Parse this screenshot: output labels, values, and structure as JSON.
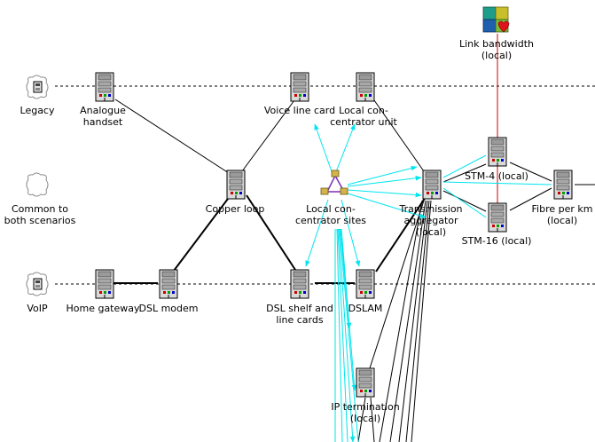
{
  "scenarios": {
    "legacy": "Legacy",
    "common_line1": "Common to",
    "common_line2": "both scenarios",
    "voip": "VoIP"
  },
  "nodes": {
    "analogue_handset_l1": "Analogue",
    "analogue_handset_l2": "handset",
    "voice_line_card": "Voice line card",
    "local_concentrator_unit_l1": "Local con-",
    "local_concentrator_unit_l2": "centrator unit",
    "copper_loop": "Copper loop",
    "local_concentrator_sites_l1": "Local con-",
    "local_concentrator_sites_l2": "centrator sites",
    "transmission_aggregator_l1": "Transmission",
    "transmission_aggregator_l2": "aggregator",
    "transmission_aggregator_l3": "(local)",
    "stm4": "STM-4 (local)",
    "stm16": "STM-16 (local)",
    "fibre_l1": "Fibre per km",
    "fibre_l2": "(local)",
    "link_bandwidth_l1": "Link bandwidth",
    "link_bandwidth_l2": "(local)",
    "home_gateway": "Home gateway",
    "dsl_modem": "DSL modem",
    "dsl_shelf_l1": "DSL shelf and",
    "dsl_shelf_l2": "line cards",
    "dslam": "DSLAM",
    "ip_termination_l1": "IP termination",
    "ip_termination_l2": "(local)"
  },
  "colors": {
    "demand_link": "#00e5ee",
    "cost_link": "#000000",
    "bandwidth_link": "#cc0000",
    "divider": "#000000",
    "node_body": "#b8b8b8"
  },
  "icons": {
    "server": "server-rack-icon",
    "cloud": "scenario-cloud-icon",
    "phone": "telephone-icon",
    "puzzle": "puzzle-pieces-icon",
    "triangle": "concentrator-sites-icon"
  }
}
